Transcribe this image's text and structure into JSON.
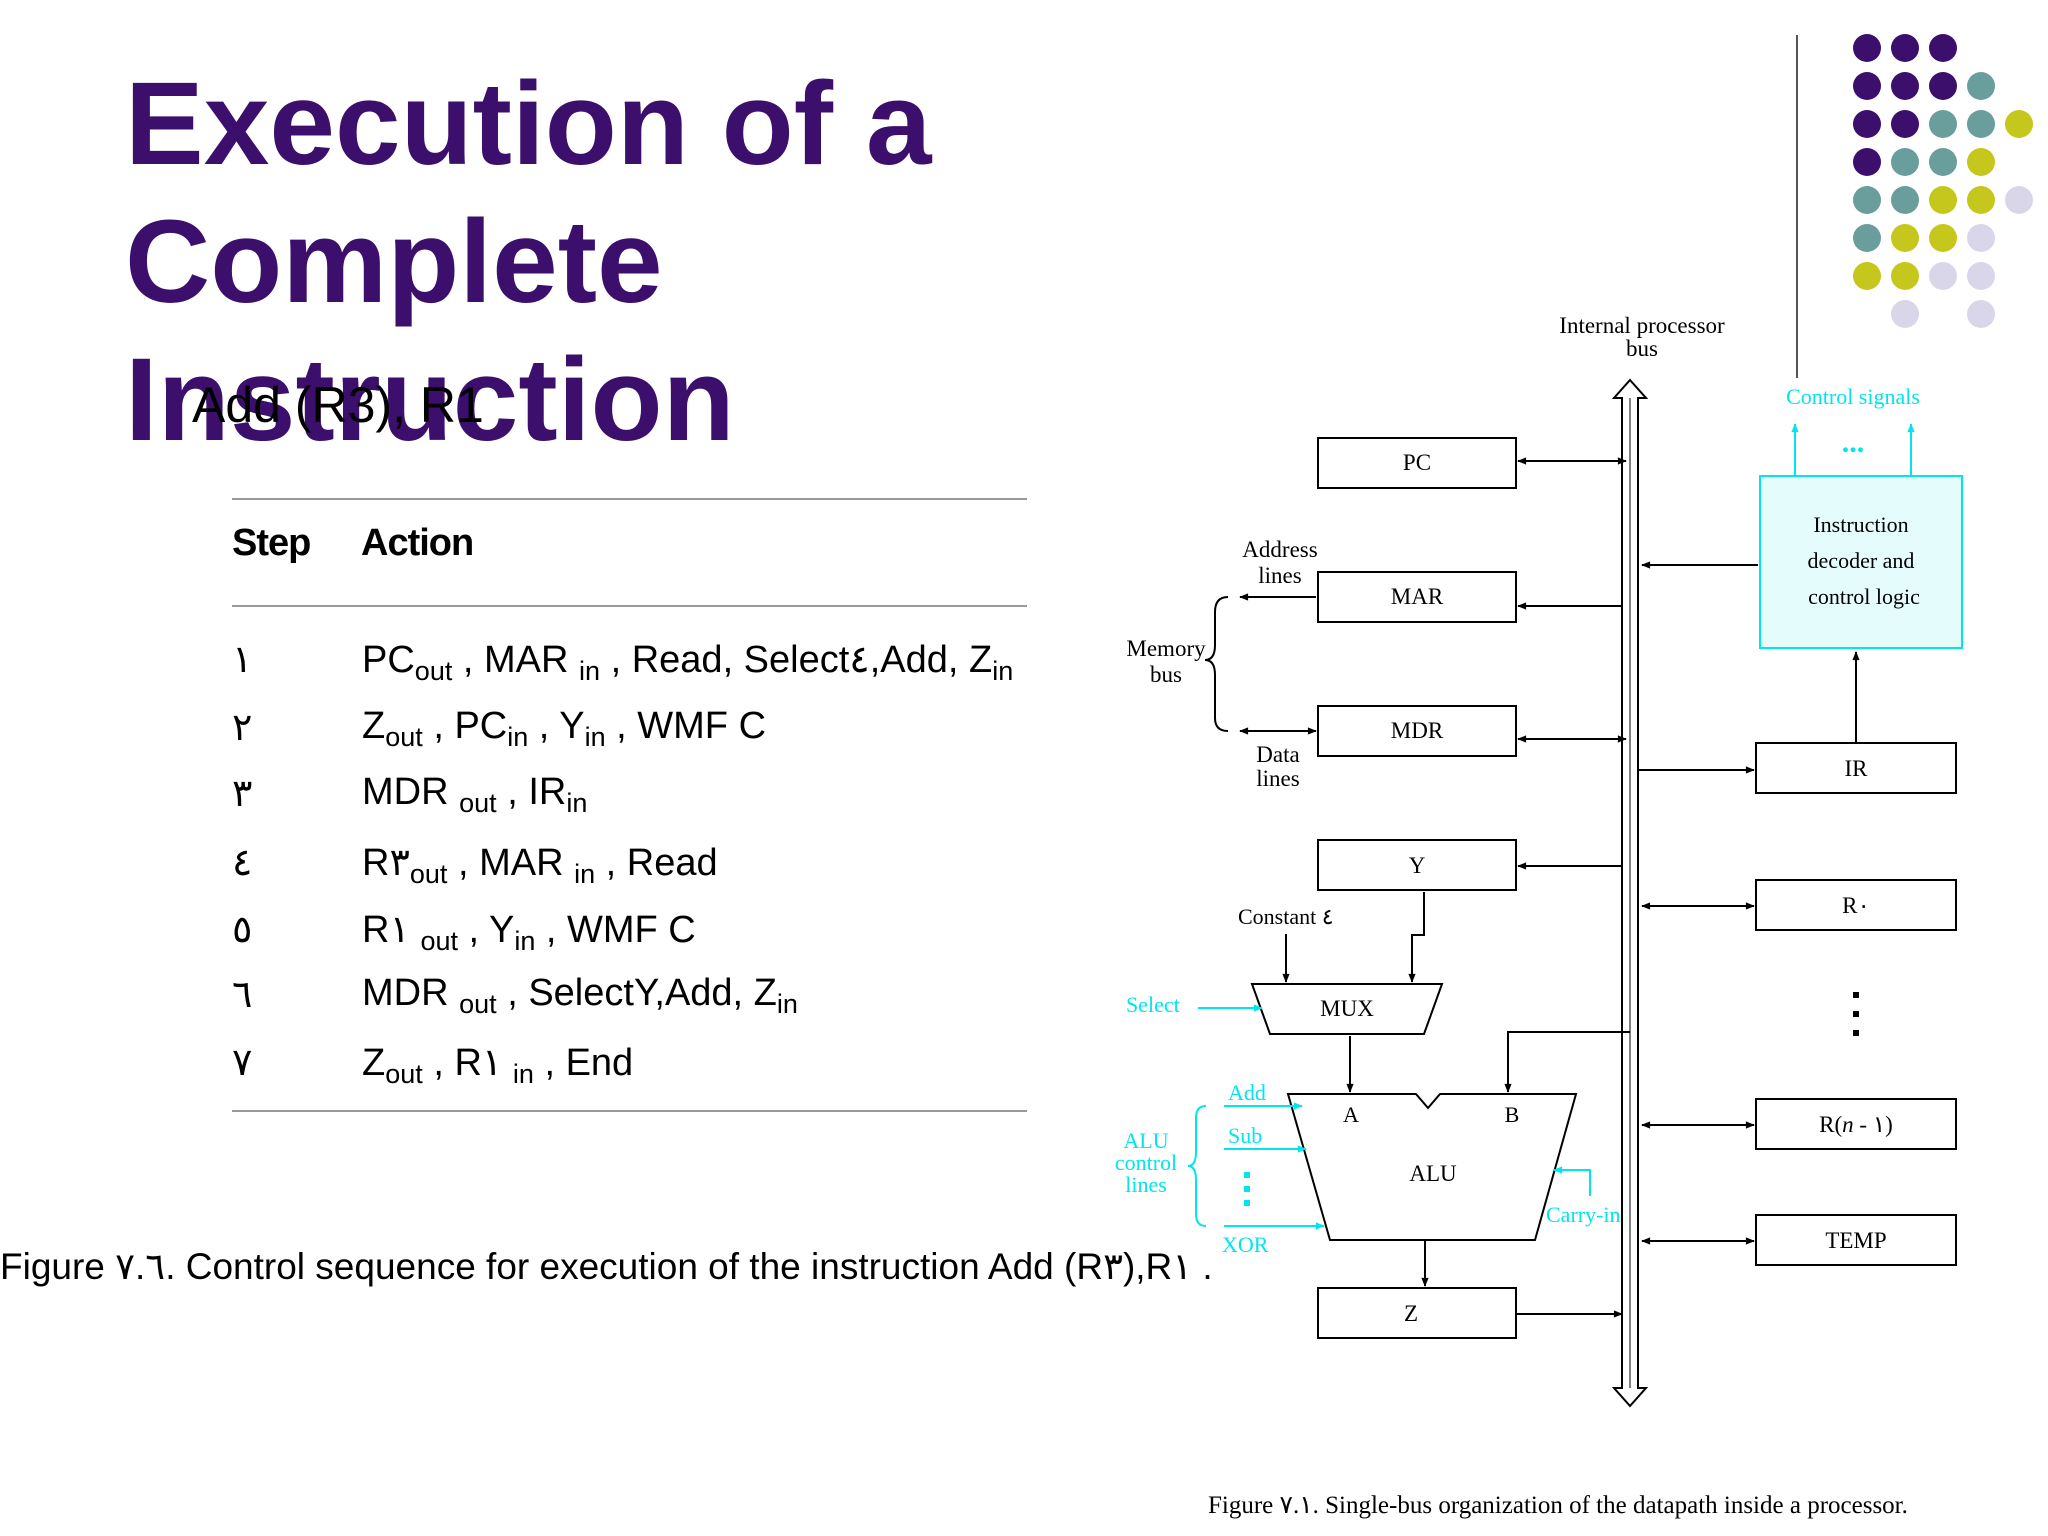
{
  "slide": {
    "title_line1": "Execution of a Complete",
    "title_line2": "Instruction",
    "instruction": "Add (R3), R1"
  },
  "table": {
    "header_step": "Step",
    "header_action": "Action",
    "rows": [
      {
        "step": "١",
        "parts": [
          {
            "t": "PC"
          },
          {
            "s": "out"
          },
          {
            "t": " , MAR "
          },
          {
            "s": "in"
          },
          {
            "t": " , Read, Select٤,Add, Z"
          },
          {
            "s": "in"
          }
        ]
      },
      {
        "step": "٢",
        "parts": [
          {
            "t": "Z"
          },
          {
            "s": "out"
          },
          {
            "t": " , PC"
          },
          {
            "s": "in"
          },
          {
            "t": " , Y"
          },
          {
            "s": "in"
          },
          {
            "t": " , WMF C"
          }
        ]
      },
      {
        "step": "٣",
        "parts": [
          {
            "t": "MDR "
          },
          {
            "s": "out"
          },
          {
            "t": " , IR"
          },
          {
            "s": "in"
          }
        ]
      },
      {
        "step": "٤",
        "parts": [
          {
            "t": "R٣"
          },
          {
            "s": "out"
          },
          {
            "t": " , MAR "
          },
          {
            "s": "in"
          },
          {
            "t": " , Read"
          }
        ]
      },
      {
        "step": "٥",
        "parts": [
          {
            "t": "R١ "
          },
          {
            "s": "out"
          },
          {
            "t": " , Y"
          },
          {
            "s": "in"
          },
          {
            "t": " , WMF C"
          }
        ]
      },
      {
        "step": "٦",
        "parts": [
          {
            "t": "MDR "
          },
          {
            "s": "out"
          },
          {
            "t": " , SelectY,Add, Z"
          },
          {
            "s": "in"
          }
        ]
      },
      {
        "step": "٧",
        "parts": [
          {
            "t": "Z"
          },
          {
            "s": "out"
          },
          {
            "t": " , R١ "
          },
          {
            "s": "in"
          },
          {
            "t": " , End"
          }
        ]
      }
    ]
  },
  "figure_caption_left": "Figure ٧.٦.  Control  sequence for execution of the instruction  Add (R٣),R١ .",
  "figure_caption_right": "Figure ٧.١.   Single-bus organization of the datapath inside a processor.",
  "diagram": {
    "bus_label_1": "Internal processor",
    "bus_label_2": "bus",
    "control_signals": "Control signals",
    "dots_h": "...",
    "decoder_1": "Instruction",
    "decoder_2": "decoder and",
    "decoder_3": "control logic",
    "pc": "PC",
    "mar": "MAR",
    "mdr": "MDR",
    "y": "Y",
    "z": "Z",
    "ir": "IR",
    "r0": "R٠",
    "rn_prefix": "R(",
    "rn_var": "n",
    "rn_suffix": " - ١)",
    "temp": "TEMP",
    "address_1": "Address",
    "address_2": "lines",
    "memory_1": "Memory",
    "memory_2": "bus",
    "data_1": "Data",
    "data_2": "lines",
    "constant": "Constant ٤",
    "select": "Select",
    "mux": "MUX",
    "alu": "ALU",
    "port_a": "A",
    "port_b": "B",
    "add": "Add",
    "sub": "Sub",
    "xor": "XOR",
    "alu_ctrl_1": "ALU",
    "alu_ctrl_2": "control",
    "alu_ctrl_3": "lines",
    "carry_in": "Carry-in"
  },
  "colors": {
    "title": "#3b0f6b",
    "cyan": "#00e5ee",
    "dot_purple": "#3b0f6b",
    "dot_teal": "#6a9e9c",
    "dot_lime": "#c6c71c",
    "dot_lavender": "#d9d6ea"
  }
}
